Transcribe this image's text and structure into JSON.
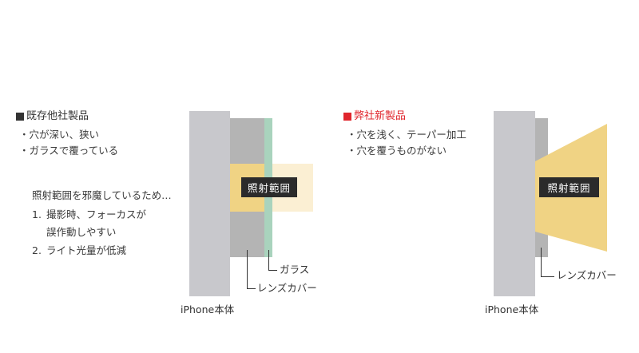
{
  "colors": {
    "iphone_body": "#c8c8cc",
    "lens_cover": "#b4b4b4",
    "glass": "#a9d3bd",
    "beam_solid": "#f0d384",
    "beam_light": "#fbefd3",
    "label_bg": "#2b2b2b",
    "competitor_marker": "#333333",
    "own_marker": "#e0262d"
  },
  "left_panel": {
    "heading": "既存他社製品",
    "bullets": [
      "・穴が深い、狭い",
      "・ガラスで覆っている"
    ],
    "consequence_intro": "照射範囲を邪魔しているため…",
    "issues": [
      {
        "num": "1.",
        "lines": [
          "撮影時、フォーカスが",
          "誤作動しやすい"
        ]
      },
      {
        "num": "2.",
        "lines": [
          "ライト光量が低減"
        ]
      }
    ],
    "diagram": {
      "beam_label": "照射範囲",
      "glass_label": "ガラス",
      "lens_cover_label": "レンズカバー",
      "body_label": "iPhone本体"
    }
  },
  "right_panel": {
    "heading": "弊社新製品",
    "bullets": [
      "・穴を浅く、テーパー加工",
      "・穴を覆うものがない"
    ],
    "diagram": {
      "beam_label": "照射範囲",
      "lens_cover_label": "レンズカバー",
      "body_label": "iPhone本体"
    }
  }
}
